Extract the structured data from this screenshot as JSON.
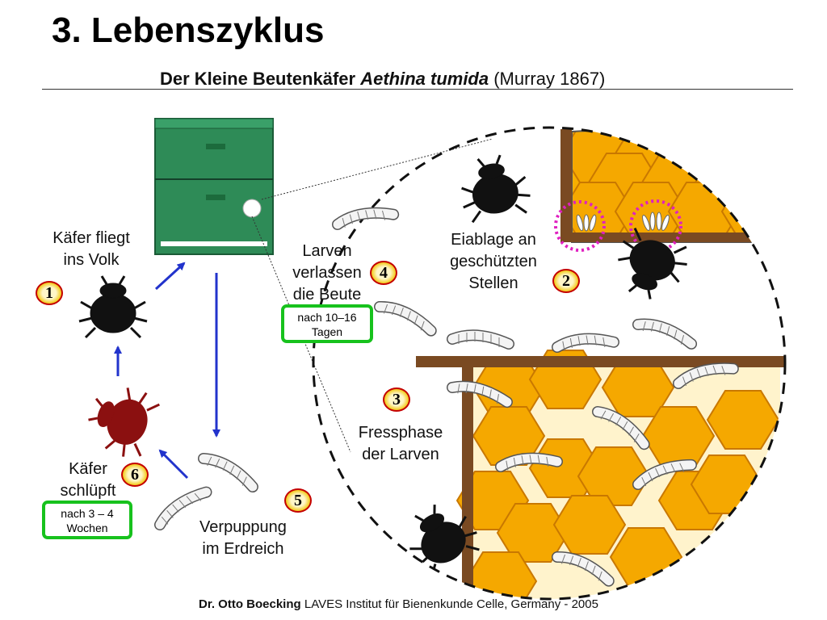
{
  "title": "3. Lebenszyklus",
  "subtitle": {
    "prefix": "Der Kleine Beutenkäfer ",
    "species": "Aethina tumida",
    "author": " (Murray 1867)"
  },
  "stages": [
    {
      "number": "1",
      "lines": [
        "Käfer fliegt",
        "ins Volk"
      ]
    },
    {
      "number": "2",
      "lines": [
        "Eiablage an",
        "geschützten",
        "Stellen"
      ]
    },
    {
      "number": "3",
      "lines": [
        "Fressphase",
        "der Larven"
      ]
    },
    {
      "number": "4",
      "lines": [
        "Larven",
        "verlassen",
        "die Beute"
      ],
      "duration": [
        "nach 10–16",
        "Tagen"
      ]
    },
    {
      "number": "5",
      "lines": [
        "Verpuppung",
        "im Erdreich"
      ]
    },
    {
      "number": "6",
      "lines": [
        "Käfer",
        "schlüpft"
      ],
      "duration": [
        "nach 3 – 4",
        "Wochen"
      ]
    }
  ],
  "footer": {
    "author": "Dr. Otto Boecking",
    "institute": " LAVES Institut für Bienenkunde Celle, Germany  -  2005"
  },
  "colors": {
    "hive_green": "#2e8b57",
    "arrow_blue": "#2233cc",
    "duration_box": "#17c21d",
    "egg_marker": "#e020c0",
    "honey": "#f5a800",
    "wood": "#7a4a22",
    "beetle_new": "#8b1010"
  }
}
